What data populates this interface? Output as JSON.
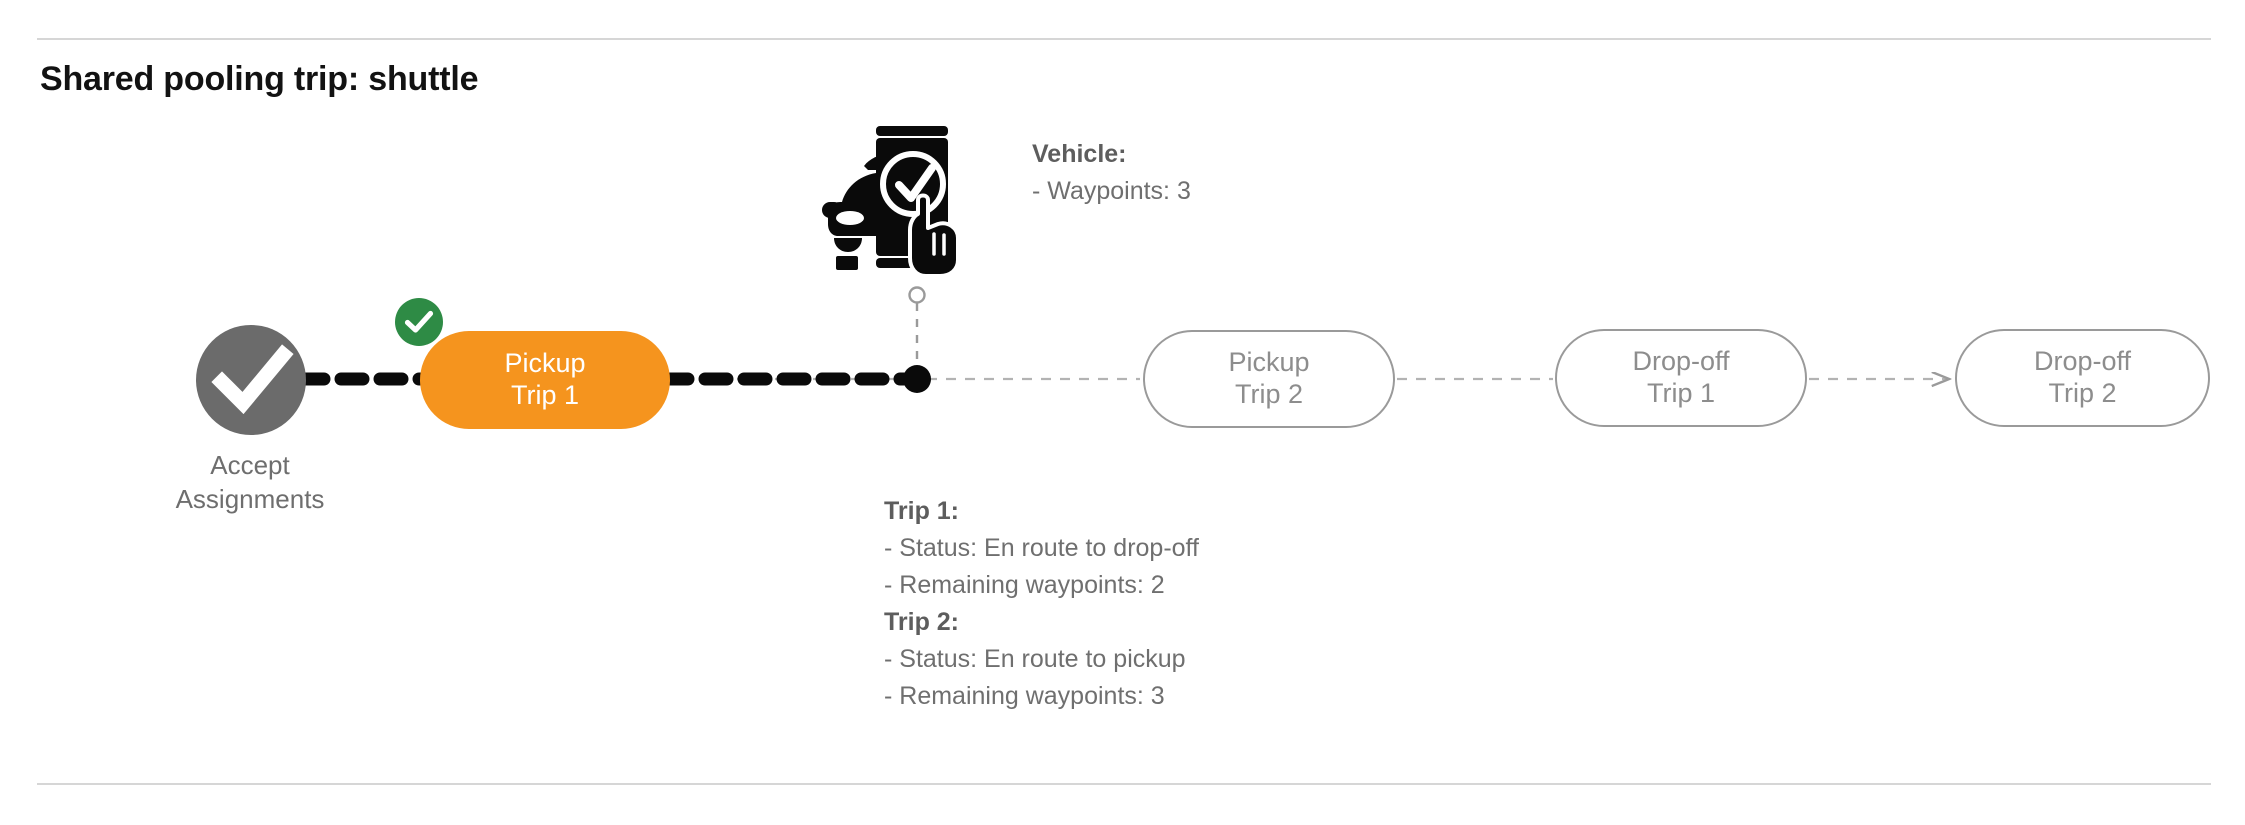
{
  "page": {
    "title": "Shared pooling trip: shuttle"
  },
  "colors": {
    "active_node": "#F5941E",
    "active_node_text": "#FFFFFF",
    "pending_node_border": "#9A9A9A",
    "pending_node_text": "#8D8D8D",
    "completed_circle": "#6B6B6B",
    "badge_green": "#2E8B45",
    "current_marker": "#000000",
    "rule": "#D6D6D6",
    "annotation_text": "#6F6F6F",
    "annotation_heading": "#5D5D5D"
  },
  "flow": {
    "start": {
      "icon": "check-circle-icon",
      "label_line1": "Accept",
      "label_line2": "Assignments",
      "state": "completed"
    },
    "nodes": [
      {
        "id": "pickup-trip-1",
        "line1": "Pickup",
        "line2": "Trip 1",
        "state": "completed",
        "badge": "check-badge-icon"
      },
      {
        "id": "pickup-trip-2",
        "line1": "Pickup",
        "line2": "Trip 2",
        "state": "pending"
      },
      {
        "id": "dropoff-trip-1",
        "line1": "Drop-off",
        "line2": "Trip 1",
        "state": "pending"
      },
      {
        "id": "dropoff-trip-2",
        "line1": "Drop-off",
        "line2": "Trip 2",
        "state": "pending"
      }
    ],
    "current_position_marker": "filled-dot",
    "vehicle_marker": "open-circle"
  },
  "annotations": {
    "vehicle": {
      "heading": "Vehicle:",
      "lines": [
        "- Waypoints: 3"
      ],
      "icon": "vehicle-phone-check-icon"
    },
    "trips": [
      {
        "heading": "Trip 1:",
        "lines": [
          "- Status:  En route to drop-off",
          "- Remaining waypoints: 2"
        ]
      },
      {
        "heading": "Trip 2:",
        "lines": [
          "- Status:  En route to pickup",
          "- Remaining waypoints: 3"
        ]
      }
    ]
  }
}
